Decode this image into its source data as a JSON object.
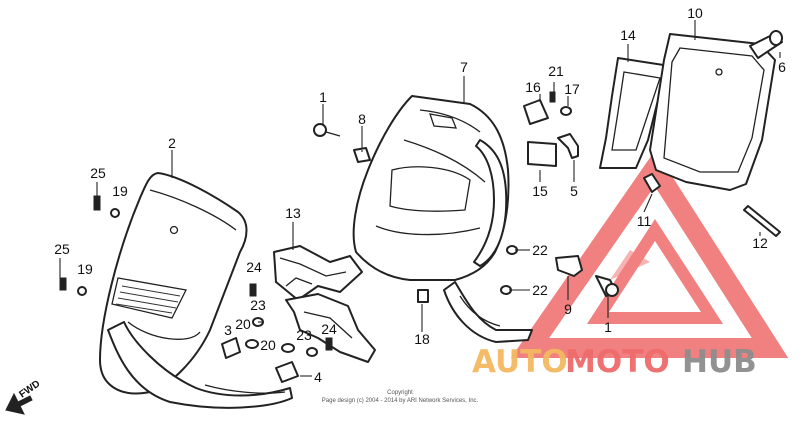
{
  "diagram": {
    "callouts": {
      "p1_top": "1",
      "p1_bottom": "1",
      "p2": "2",
      "p3": "3",
      "p4": "4",
      "p5": "5",
      "p6": "6",
      "p7": "7",
      "p8": "8",
      "p9": "9",
      "p10": "10",
      "p11": "11",
      "p12": "12",
      "p13": "13",
      "p14": "14",
      "p15": "15",
      "p16": "16",
      "p17": "17",
      "p18": "18",
      "p19_a": "19",
      "p19_b": "19",
      "p20_a": "20",
      "p20_b": "20",
      "p21": "21",
      "p22_a": "22",
      "p22_b": "22",
      "p23_a": "23",
      "p23_b": "23",
      "p24_a": "24",
      "p24_b": "24",
      "p25_a": "25",
      "p25_b": "25"
    },
    "fwd_label": "FWD",
    "copyright_line1": "Copyright",
    "copyright_line2": "Page design (c) 2004 - 2014 by ARI Network Services, Inc."
  },
  "watermark": {
    "part1": "AUTO",
    "part2": "MOTO",
    "part3": "HUB",
    "colors": {
      "auto": "#f4b860",
      "moto": "#ef6b6b",
      "hub": "#8d8d8d",
      "logo": "#ef6b6b"
    }
  }
}
